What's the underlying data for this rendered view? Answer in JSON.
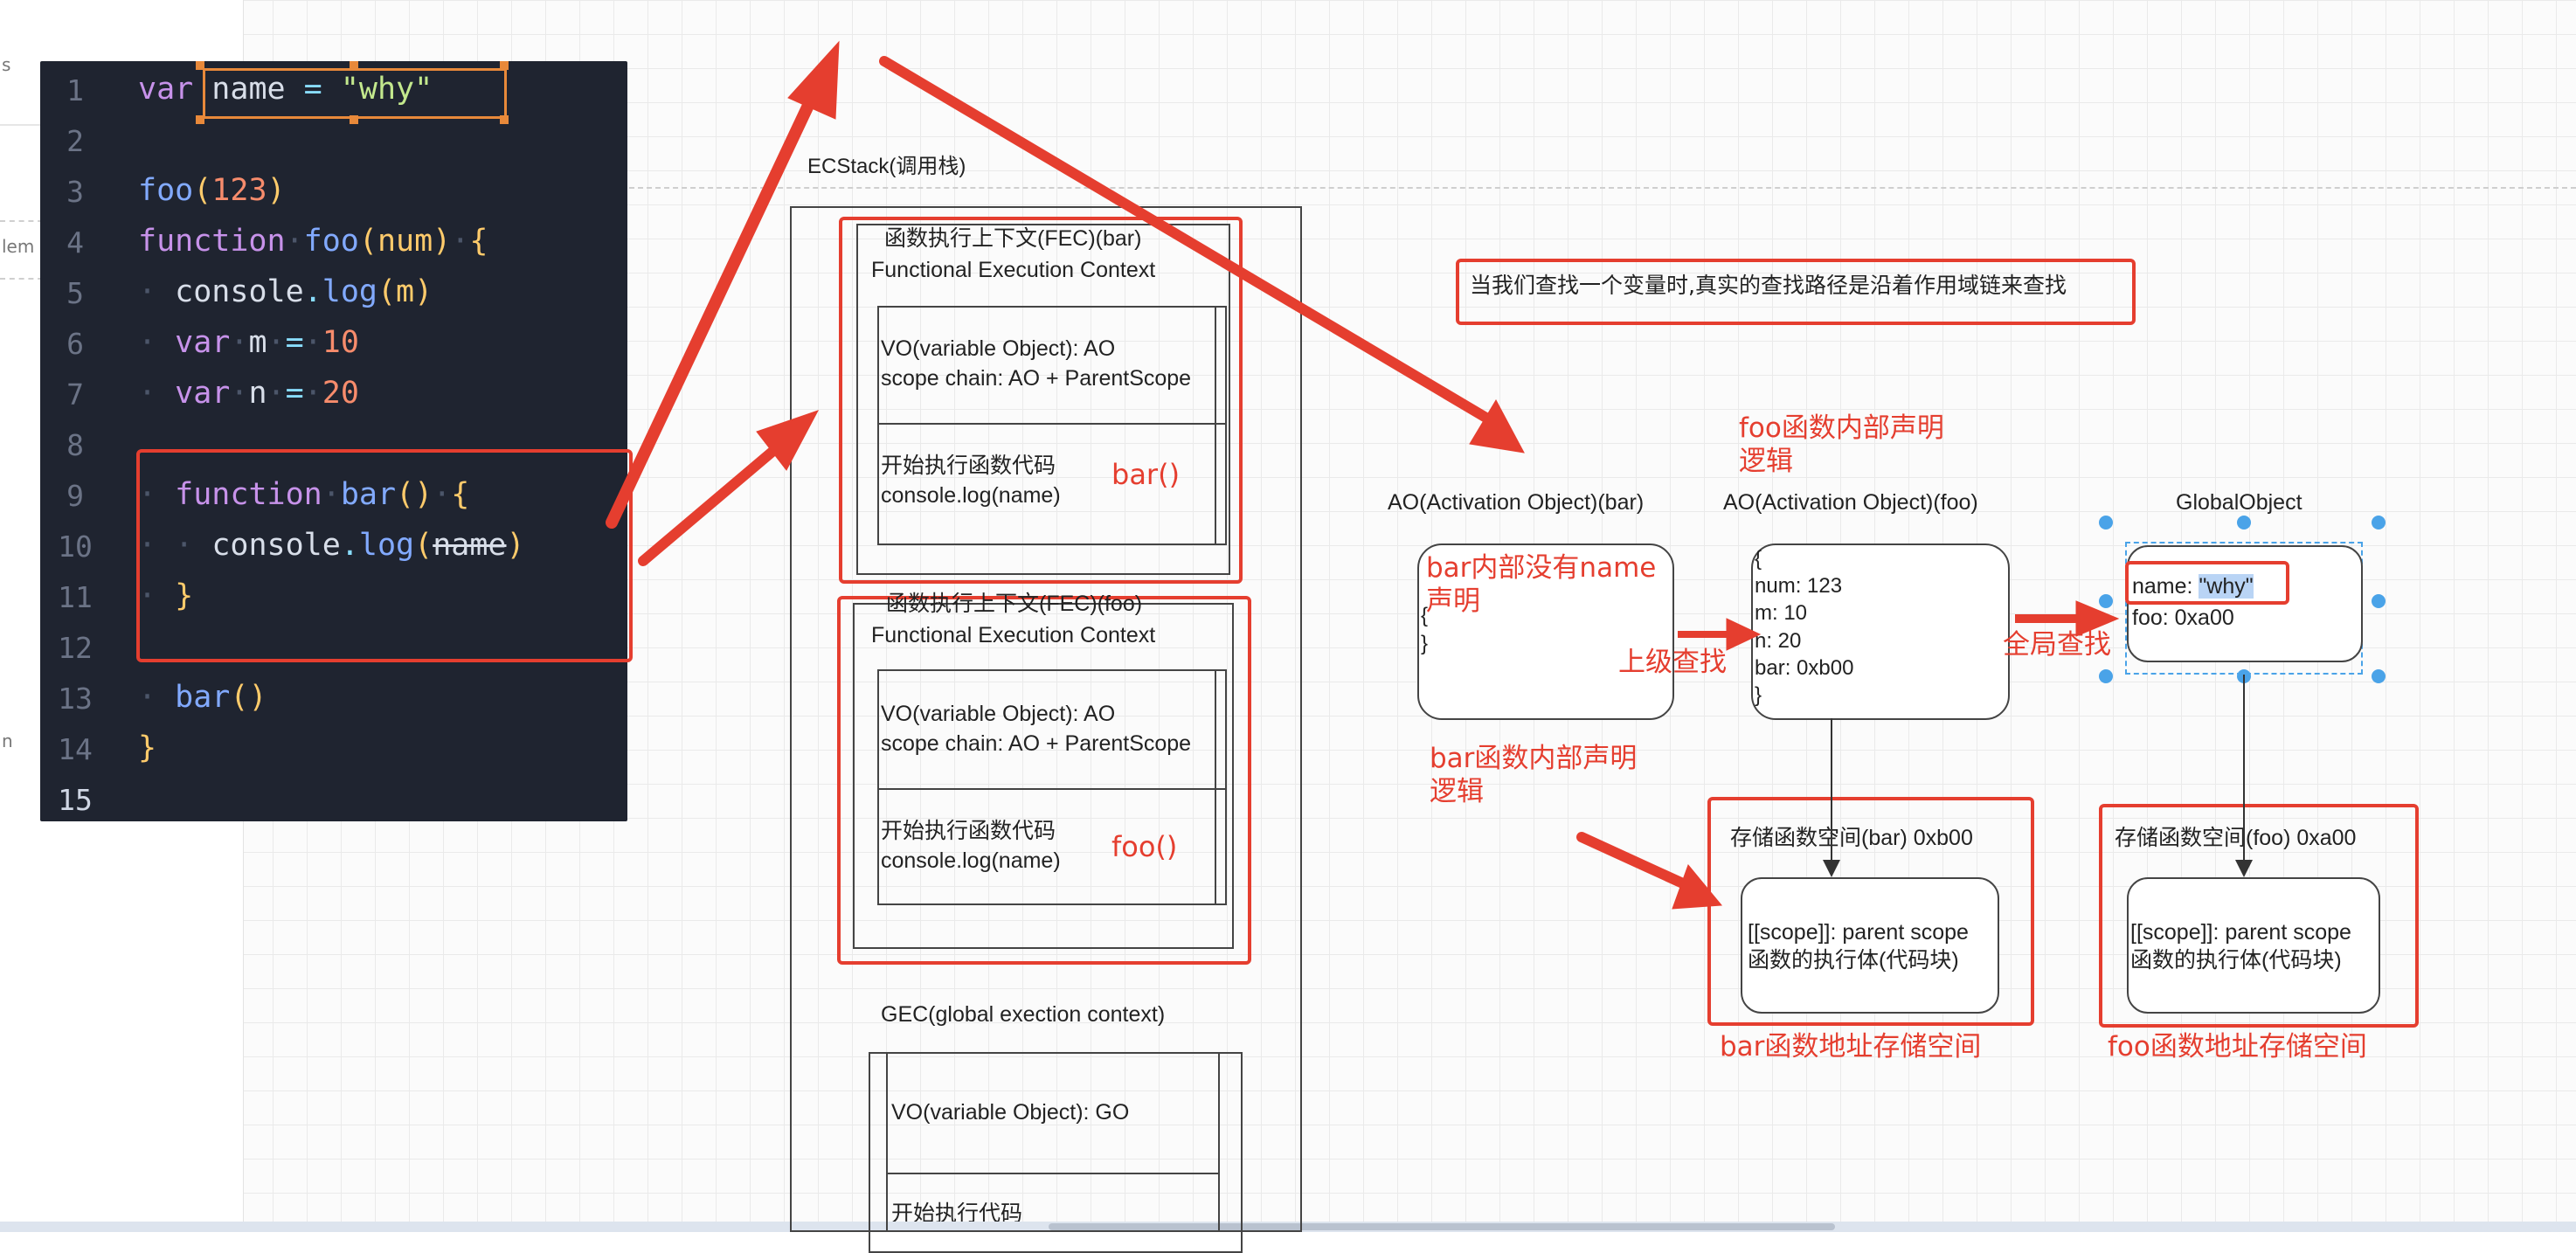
{
  "editor": {
    "lines": [
      {
        "num": "1"
      },
      {
        "num": "2"
      },
      {
        "num": "3"
      },
      {
        "num": "4"
      },
      {
        "num": "5"
      },
      {
        "num": "6"
      },
      {
        "num": "7"
      },
      {
        "num": "8"
      },
      {
        "num": "9"
      },
      {
        "num": "10"
      },
      {
        "num": "11"
      },
      {
        "num": "12"
      },
      {
        "num": "13"
      },
      {
        "num": "14"
      },
      {
        "num": "15"
      }
    ],
    "code": {
      "l1_kw": "var",
      "l1_name": "name",
      "l1_eq": "=",
      "l1_str": "\"why\"",
      "l3_fn": "foo",
      "l3_open": "(",
      "l3_num": "123",
      "l3_close": ")",
      "l4_kw": "function",
      "l4_fn": "foo",
      "l4_params": "(num)",
      "l4_brace": "{",
      "l5_obj": "console",
      "l5_dot": ".",
      "l5_method": "log",
      "l5_args": "(m)",
      "l6_kw": "var",
      "l6_name": "m",
      "l6_eq": "=",
      "l6_num": "10",
      "l7_kw": "var",
      "l7_name": "n",
      "l7_eq": "=",
      "l7_num": "20",
      "l9_kw": "function",
      "l9_fn": "bar",
      "l9_params": "()",
      "l9_brace": "{",
      "l10_obj": "console",
      "l10_dot": ".",
      "l10_method": "log",
      "l10_open": "(",
      "l10_arg": "name",
      "l10_close": ")",
      "l11_brace": "}",
      "l13_fn": "bar",
      "l13_args": "()",
      "l14_brace": "}"
    }
  },
  "left_panel": {
    "frag1": "s",
    "frag2": "lem",
    "frag3": "n"
  },
  "ecstack": {
    "title": "ECStack(调用栈)",
    "bar_fec": {
      "title": "函数执行上下文(FEC)(bar)",
      "subtitle": "Functional Execution Context",
      "vo": "VO(variable Object): AO",
      "scope": "scope chain: AO + ParentScope",
      "exec": "开始执行函数代码",
      "log": "console.log(name)",
      "note": "bar()"
    },
    "foo_fec": {
      "title": "函数执行上下文(FEC)(foo)",
      "subtitle": "Functional Execution Context",
      "vo": "VO(variable Object): AO",
      "scope": "scope chain: AO + ParentScope",
      "exec": "开始执行函数代码",
      "log": "console.log(name)",
      "note": "foo()"
    },
    "gec": {
      "title": "GEC(global exection context)",
      "vo": "VO(variable Object): GO",
      "exec": "开始执行代码"
    }
  },
  "note": "当我们查找一个变量时,真实的查找路径是沿着作用域链来查找",
  "ao_bar": {
    "title": "AO(Activation Object)(bar)",
    "annot": "bar内部没有name\n声明",
    "brace_open": "{",
    "brace_close": "}",
    "below": "bar函数内部声明\n逻辑"
  },
  "ao_foo": {
    "title": "AO(Activation Object)(foo)",
    "above": "foo函数内部声明\n逻辑",
    "body": "{\nnum: 123\nm: 10\nn: 20\nbar: 0xb00\n}"
  },
  "global": {
    "title": "GlobalObject",
    "name_key": "name: ",
    "name_val": "\"why\"",
    "foo": "foo: 0xa00"
  },
  "edge_labels": {
    "up": "上级查找",
    "global": "全局查找"
  },
  "mem_bar": {
    "title": "存储函数空间(bar) 0xb00",
    "scope": "[[scope]]: parent scope",
    "body": "函数的执行体(代码块)",
    "caption": "bar函数地址存储空间"
  },
  "mem_foo": {
    "title": "存储函数空间(foo) 0xa00",
    "scope": "[[scope]]: parent scope",
    "body": "函数的执行体(代码块)",
    "caption": "foo函数地址存储空间"
  },
  "colors": {
    "annotation": "#e53e2f",
    "editor_bg": "#1f2430",
    "selection": "#4aa3e8"
  }
}
